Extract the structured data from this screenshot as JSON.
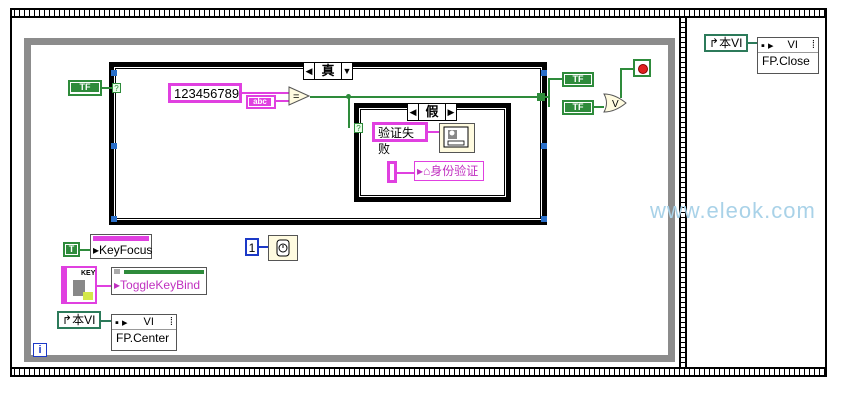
{
  "diagram": {
    "case_outer_selector": "真",
    "case_inner_selector": "假",
    "password_constant": "123456789",
    "string_type_label": "abc",
    "equal_symbol": "=",
    "or_symbol": "V",
    "verify_failed_text": "验证失败",
    "identity_verify_label": "身份验证",
    "key_focus_label": "KeyFocus",
    "toggle_key_bind_label": "ToggleKeyBind",
    "this_vi_label": "本VI",
    "vi_label": "VI",
    "fp_center_label": "FP.Center",
    "fp_close_label": "FP.Close",
    "wait_constant": "1",
    "bool_tf": "TF",
    "bool_t": "T",
    "key_icon_text": "KEY",
    "iteration_label": "i",
    "question_mark": "?"
  },
  "watermark": "www.eleok.com",
  "colors": {
    "string_wire": "#e040e0",
    "bool_wire": "#2e8b3b",
    "numeric_wire": "#1c39c7",
    "ref_wire": "#2c7a5a",
    "loop_border": "#8c8c8c",
    "watermark": "#a9d2e8"
  },
  "icons": {
    "dialog": "one-button-dialog-icon",
    "wait": "wait-ms-icon",
    "stop": "stop-button-icon",
    "key": "key-event-icon"
  }
}
